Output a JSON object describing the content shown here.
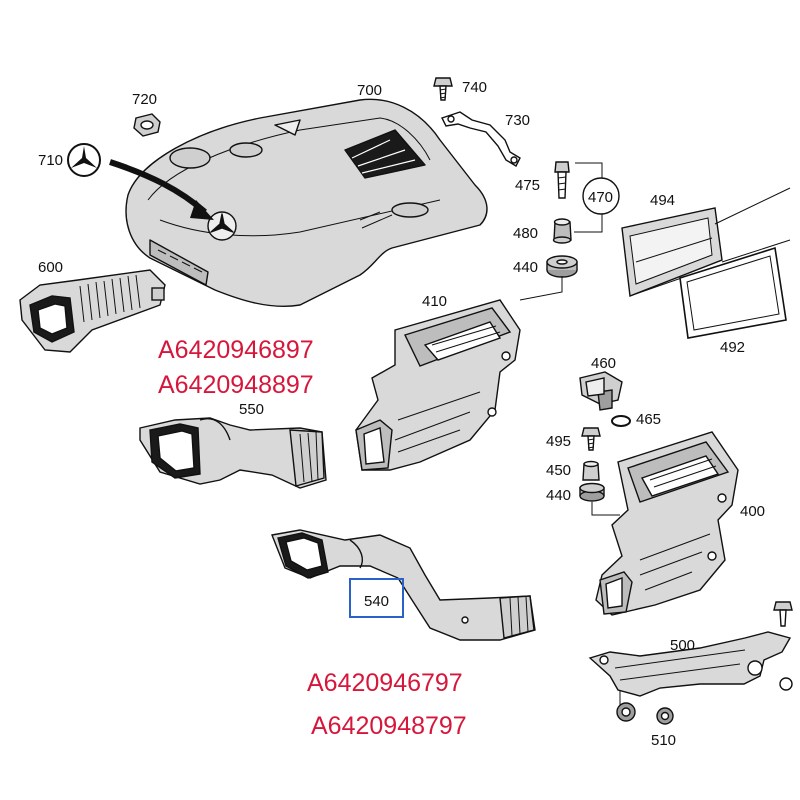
{
  "callouts": {
    "c720": "720",
    "c710": "710",
    "c700": "700",
    "c740": "740",
    "c730": "730",
    "c475": "475",
    "c470": "470",
    "c494": "494",
    "c480": "480",
    "c440a": "440",
    "c600": "600",
    "c410": "410",
    "c492": "492",
    "c550": "550",
    "c460": "460",
    "c465": "465",
    "c495": "495",
    "c450": "450",
    "c440b": "440",
    "c400": "400",
    "c540": "540",
    "c500": "500",
    "c510": "510"
  },
  "part_numbers": {
    "top": [
      "A6420946897",
      "A6420948897"
    ],
    "bottom": [
      "A6420946797",
      "A6420948797"
    ]
  },
  "colors": {
    "part_number_text": "#d6173b",
    "highlight_box": "#2a62c9",
    "line_art": "#111111",
    "shading": "#d9d9d9"
  }
}
